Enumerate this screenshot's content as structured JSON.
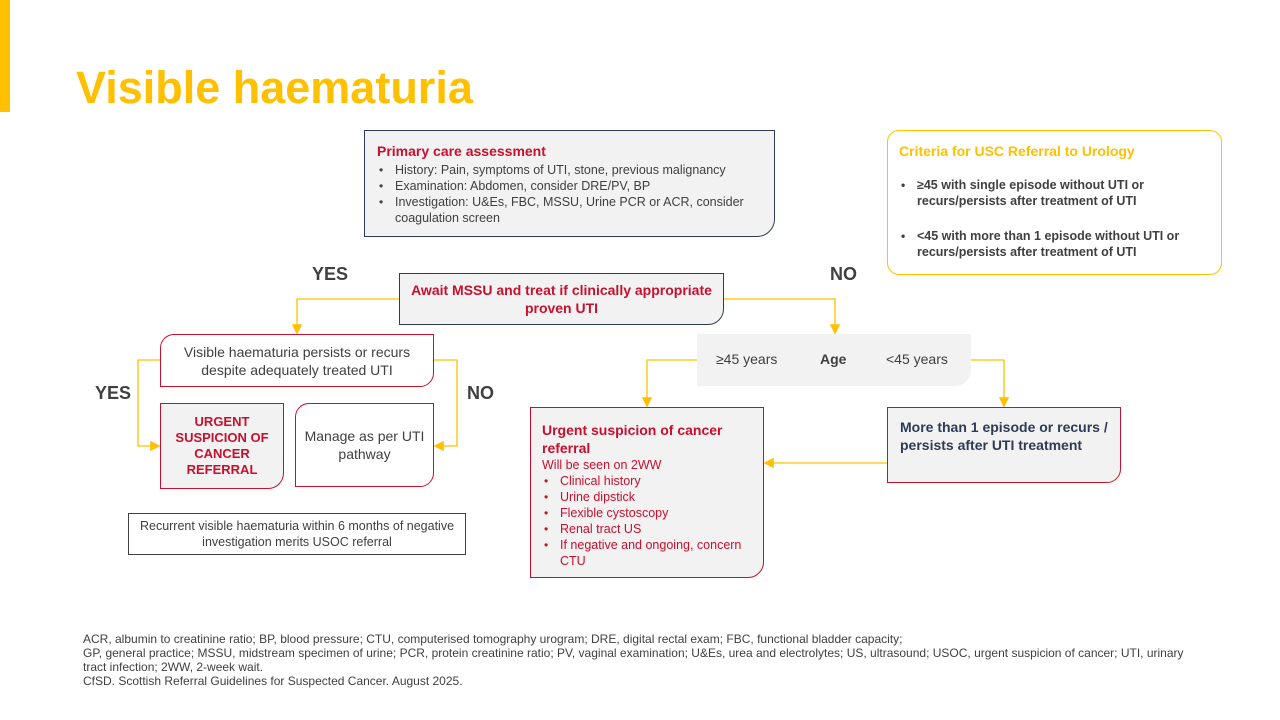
{
  "title": "Visible haematuria",
  "assessment": {
    "title": "Primary care assessment",
    "items": [
      "History: Pain, symptoms of UTI, stone, previous malignancy",
      "Examination: Abdomen, consider DRE/PV, BP",
      "Investigation: U&Es, FBC, MSSU, Urine PCR or ACR, consider coagulation screen"
    ]
  },
  "criteria": {
    "title": "Criteria for USC Referral to Urology",
    "items": [
      "≥45 with single episode without UTI or recurs/persists after treatment of UTI",
      "<45 with more than 1 episode without UTI or recurs/persists after treatment of UTI"
    ]
  },
  "labels": {
    "yes_top": "YES",
    "no_top": "NO",
    "yes_left": "YES",
    "no_left": "NO"
  },
  "await_box": "Await MSSU and treat if clinically appropriate proven UTI",
  "persists_box": "Visible haematuria persists or recurs despite adequately treated UTI",
  "urgent_small": "URGENT SUSPICION OF CANCER REFERRAL",
  "manage_box": "Manage as per UTI pathway",
  "recurrent_box": "Recurrent visible haematuria within 6 months of negative investigation merits USOC referral",
  "age": {
    "left": "≥45 years",
    "middle": "Age",
    "right": "<45 years"
  },
  "urgent_big": {
    "title": "Urgent suspicion of cancer referral",
    "subtitle": "Will be seen on 2WW",
    "items": [
      "Clinical history",
      "Urine dipstick",
      "Flexible cystoscopy",
      "Renal tract US",
      "If negative and ongoing, concern CTU"
    ]
  },
  "more_box": "More than 1 episode or recurs / persists after UTI treatment",
  "footer": {
    "line1": "ACR, albumin to creatinine ratio; BP, blood pressure; CTU, computerised tomography urogram; DRE, digital rectal exam; FBC, functional bladder capacity;",
    "line2": "GP, general practice; MSSU, midstream specimen of urine; PCR, protein creatinine ratio; PV, vaginal examination; U&Es, urea and electrolytes; US, ultrasound; USOC, urgent suspicion of cancer; UTI, urinary tract infection; 2WW, 2-week wait.",
    "line3": "CfSD. Scottish Referral Guidelines for Suspected Cancer. August 2025."
  },
  "colors": {
    "accent": "#FFC000",
    "red": "#C8102E",
    "navy": "#2E3B55",
    "text": "#404040",
    "box_fill": "#F2F2F2"
  }
}
